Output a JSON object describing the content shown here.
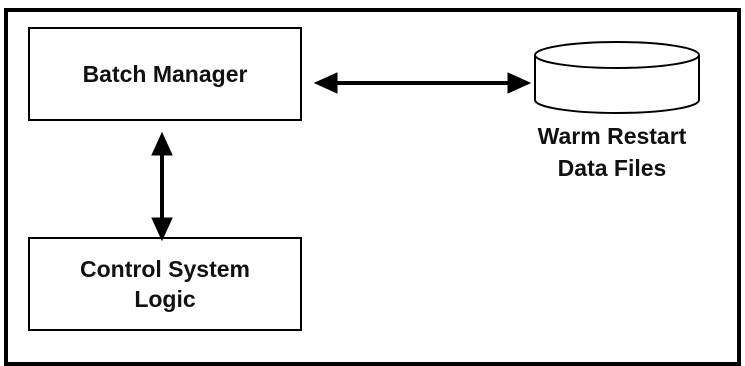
{
  "diagram": {
    "batch_manager": {
      "label": "Batch Manager"
    },
    "control_system": {
      "line1": "Control System",
      "line2": "Logic"
    },
    "data_store": {
      "line1": "Warm Restart",
      "line2": "Data Files"
    }
  },
  "colors": {
    "stroke": "#000000",
    "text": "#111111",
    "background": "#ffffff"
  },
  "icons": {
    "data_store": "database-cylinder-icon",
    "connector": "double-arrow"
  }
}
